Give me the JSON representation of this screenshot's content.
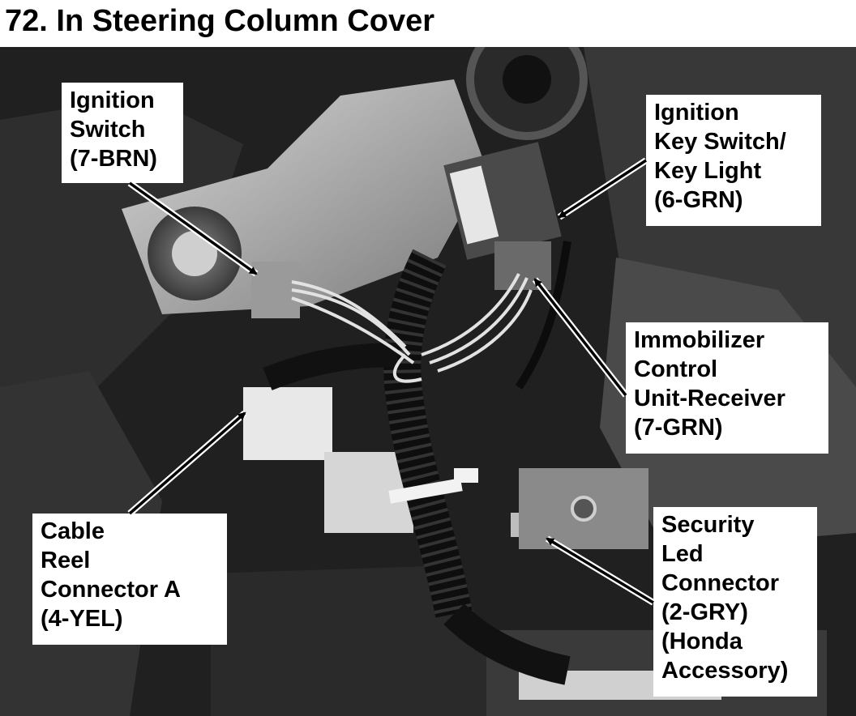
{
  "title": "72. In Steering Column Cover",
  "callouts": {
    "ignition_switch": {
      "lines": [
        "Ignition",
        "Switch",
        "(7-BRN)"
      ]
    },
    "ignition_key_switch": {
      "lines": [
        "Ignition",
        "Key Switch/",
        "Key Light",
        "(6-GRN)"
      ]
    },
    "immobilizer": {
      "lines": [
        "Immobilizer",
        "Control",
        "Unit-Receiver",
        "(7-GRN)"
      ]
    },
    "cable_reel": {
      "lines": [
        "Cable",
        "Reel",
        "Connector A",
        "(4-YEL)"
      ]
    },
    "security_led": {
      "lines": [
        "Security",
        "Led",
        "Connector",
        "(2-GRY)",
        "(Honda",
        "Accessory)"
      ]
    }
  }
}
